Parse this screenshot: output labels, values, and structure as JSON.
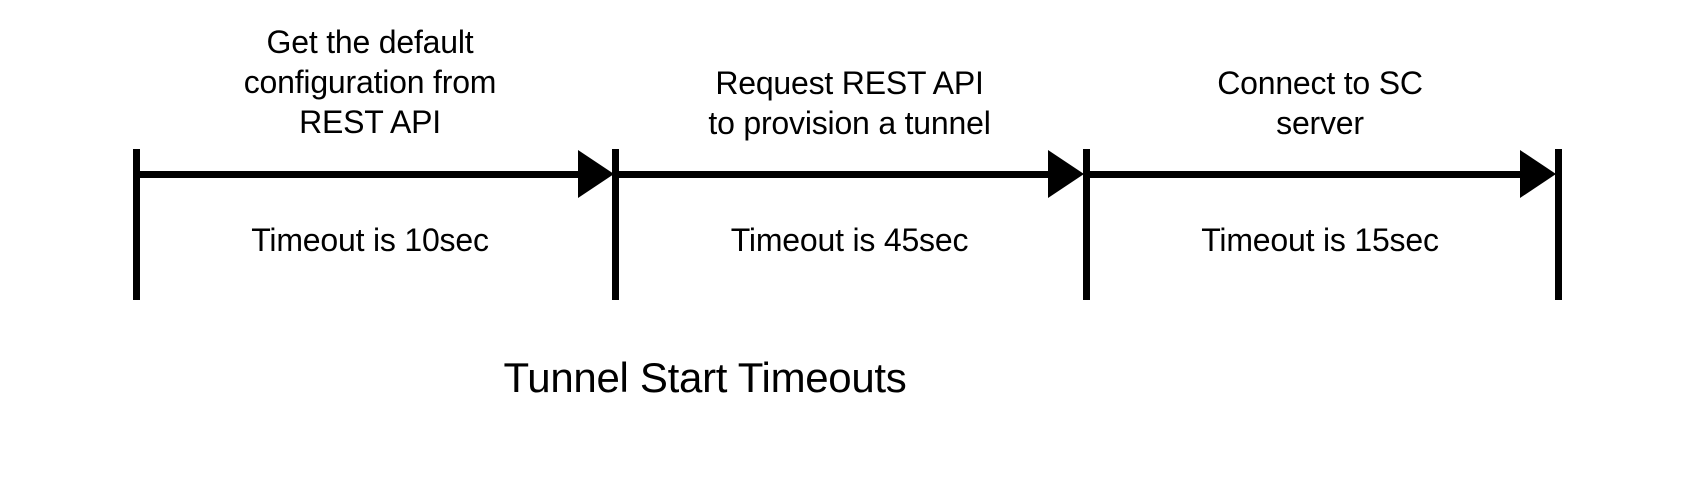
{
  "diagram": {
    "title": "Tunnel Start Timeouts",
    "type": "timeline",
    "stroke_color": "#000000",
    "background_color": "#ffffff",
    "segments": [
      {
        "id": "get-default-configuration",
        "description": "Get the default\nconfiguration from\nREST API",
        "timeout_label": "Timeout is 10sec",
        "timeout_seconds": 10
      },
      {
        "id": "request-provision-tunnel",
        "description": "Request REST API\nto provision a tunnel",
        "timeout_label": "Timeout is 45sec",
        "timeout_seconds": 45
      },
      {
        "id": "connect-to-sc-server",
        "description": "Connect to SC\nserver",
        "timeout_label": "Timeout is 15sec",
        "timeout_seconds": 15
      }
    ]
  }
}
